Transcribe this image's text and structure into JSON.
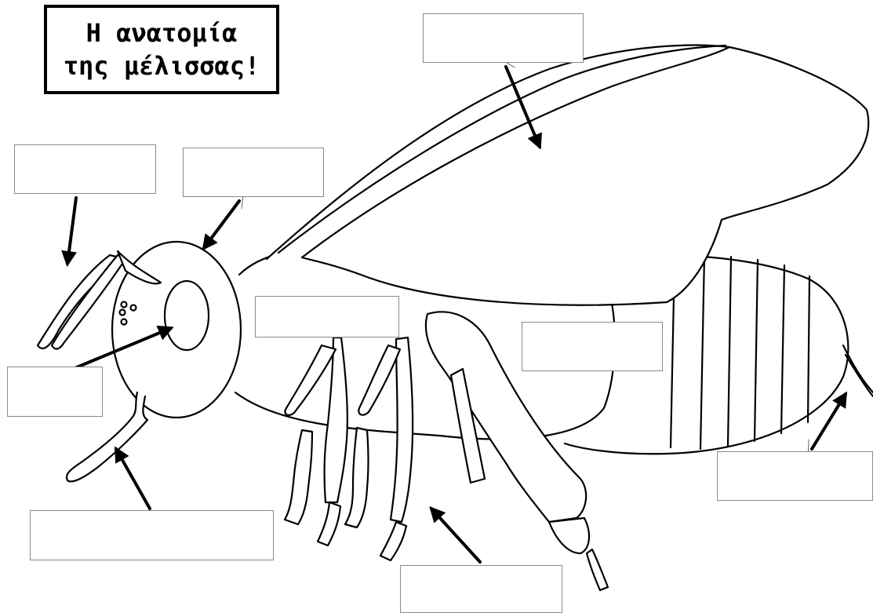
{
  "title": {
    "line1": "Η ανατομία",
    "line2": "της μέλισσας!"
  },
  "colors": {
    "outline": "#000000",
    "box_border": "#8a8a8a",
    "background": "#ffffff"
  },
  "label_boxes": [
    {
      "id": "wing",
      "text": ""
    },
    {
      "id": "antenna",
      "text": ""
    },
    {
      "id": "head",
      "text": ""
    },
    {
      "id": "compound-eye",
      "text": ""
    },
    {
      "id": "thorax",
      "text": ""
    },
    {
      "id": "abdomen",
      "text": ""
    },
    {
      "id": "proboscis",
      "text": ""
    },
    {
      "id": "legs",
      "text": ""
    },
    {
      "id": "stinger",
      "text": ""
    }
  ]
}
